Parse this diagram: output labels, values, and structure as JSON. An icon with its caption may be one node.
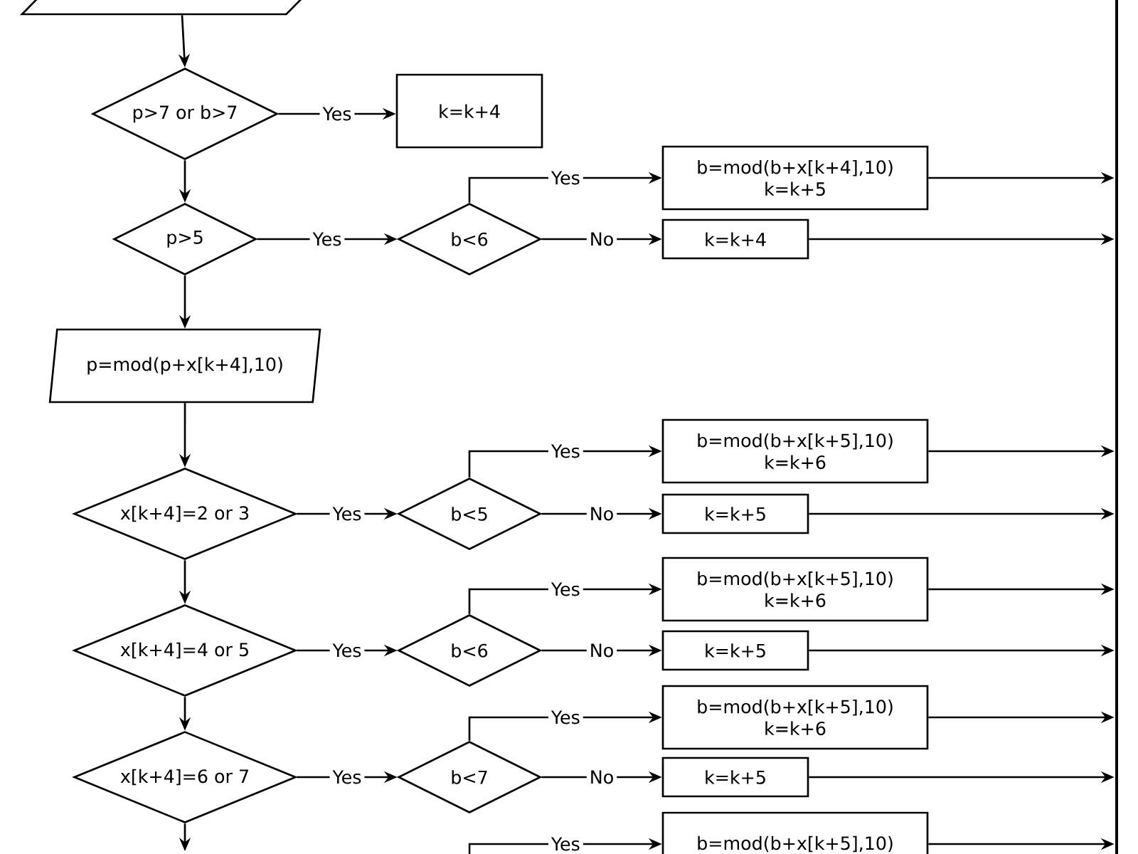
{
  "diagram": {
    "nodes": [
      {
        "text": [],
        "shape": "parallelogram"
      },
      {
        "text": [
          "p>7 or b>7"
        ]
      },
      {
        "text": [
          "k=k+4"
        ]
      },
      {
        "text": [
          "p>5"
        ]
      },
      {
        "text": [
          "b<6"
        ]
      },
      {
        "text": [
          "b=mod(b+x[k+4],10)",
          "k=k+5"
        ]
      },
      {
        "text": [
          "k=k+4"
        ]
      },
      {
        "text": [
          "p=mod(p+x[k+4],10)"
        ]
      },
      {
        "text": [
          "x[k+4]=2 or 3"
        ]
      },
      {
        "text": [
          "b<5"
        ]
      },
      {
        "text": [
          "b=mod(b+x[k+5],10)",
          "k=k+6"
        ]
      },
      {
        "text": [
          "k=k+5"
        ]
      },
      {
        "text": [
          "x[k+4]=4 or 5"
        ]
      },
      {
        "text": [
          "b<6"
        ]
      },
      {
        "text": [
          "b=mod(b+x[k+5],10)",
          "k=k+6"
        ]
      },
      {
        "text": [
          "k=k+5"
        ]
      },
      {
        "text": [
          "x[k+4]=6 or 7"
        ]
      },
      {
        "text": [
          "b<7"
        ]
      },
      {
        "text": [
          "b=mod(b+x[k+5],10)",
          "k=k+6"
        ]
      },
      {
        "text": [
          "k=k+5"
        ]
      },
      {
        "text": [
          "b=mod(b+x[k+5],10)"
        ]
      },
      {
        "text": [],
        "shape": "bar"
      }
    ],
    "edges": [
      {
        "from": 0,
        "to": 1,
        "arrow": "to"
      },
      {
        "from": 1,
        "to": 2,
        "arrow": "to",
        "label": "Yes"
      },
      {
        "from": 1,
        "to": 3,
        "arrow": "to"
      },
      {
        "from": 3,
        "to": 4,
        "arrow": "to",
        "label": "Yes"
      },
      {
        "from": 4,
        "to": 5,
        "arrow": "to",
        "label": "Yes"
      },
      {
        "from": 4,
        "to": 6,
        "arrow": "to",
        "label": "No"
      },
      {
        "from": 5,
        "to": 21,
        "arrow": "to"
      },
      {
        "from": 6,
        "to": 21,
        "arrow": "to"
      },
      {
        "from": 3,
        "to": 7,
        "arrow": "to"
      },
      {
        "from": 7,
        "to": 8,
        "arrow": "to"
      },
      {
        "from": 8,
        "to": 9,
        "arrow": "to",
        "label": "Yes"
      },
      {
        "from": 9,
        "to": 10,
        "arrow": "to",
        "label": "Yes"
      },
      {
        "from": 9,
        "to": 11,
        "arrow": "to",
        "label": "No"
      },
      {
        "from": 10,
        "to": 21,
        "arrow": "to"
      },
      {
        "from": 11,
        "to": 21,
        "arrow": "to"
      },
      {
        "from": 8,
        "to": 12,
        "arrow": "to"
      },
      {
        "from": 12,
        "to": 13,
        "arrow": "to",
        "label": "Yes"
      },
      {
        "from": 13,
        "to": 14,
        "arrow": "to",
        "label": "Yes"
      },
      {
        "from": 13,
        "to": 15,
        "arrow": "to",
        "label": "No"
      },
      {
        "from": 14,
        "to": 21,
        "arrow": "to"
      },
      {
        "from": 15,
        "to": 21,
        "arrow": "to"
      },
      {
        "from": 12,
        "to": 16,
        "arrow": "to"
      },
      {
        "from": 16,
        "to": 17,
        "arrow": "to",
        "label": "Yes"
      },
      {
        "from": 17,
        "to": 18,
        "arrow": "to",
        "label": "Yes"
      },
      {
        "from": 17,
        "to": 19,
        "arrow": "to",
        "label": "No"
      },
      {
        "from": 18,
        "to": 21,
        "arrow": "to"
      },
      {
        "from": 19,
        "to": 21,
        "arrow": "to"
      },
      {
        "from": 16,
        "to": null,
        "arrow": "to"
      },
      {
        "from": null,
        "to": 20,
        "arrow": "to",
        "label": "Yes"
      },
      {
        "from": 20,
        "to": 21,
        "arrow": "to"
      }
    ]
  }
}
